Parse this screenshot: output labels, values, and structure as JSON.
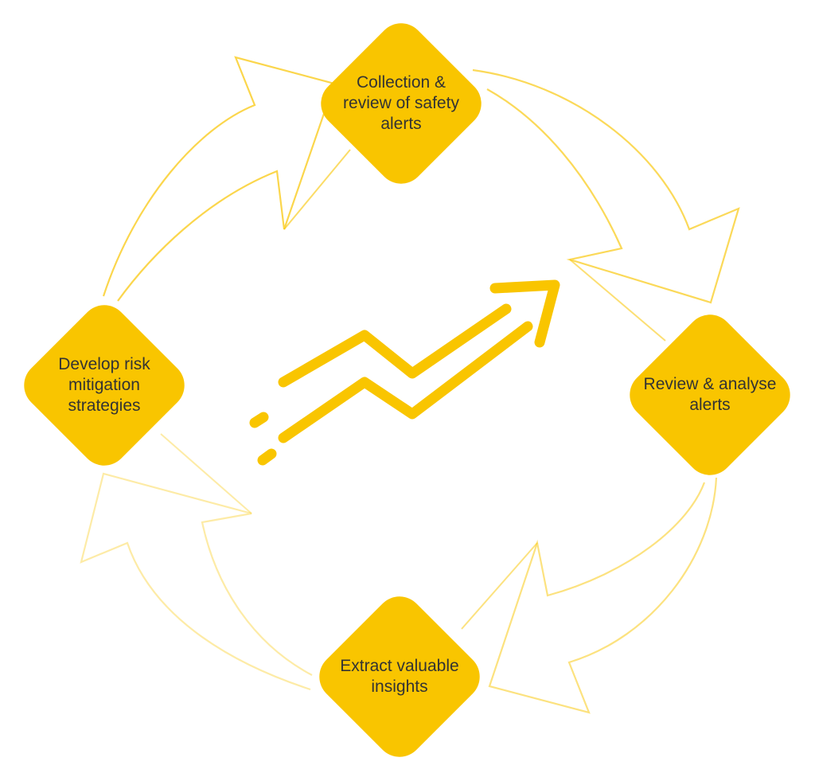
{
  "colors": {
    "accent": "#f9c500",
    "text": "#333333",
    "ring_light": "#f9c500"
  },
  "center_icon": "trend-up-arrow-icon",
  "steps": [
    {
      "label": "Collection & review of safety alerts"
    },
    {
      "label": "Review & analyse alerts"
    },
    {
      "label": "Extract valuable insights"
    },
    {
      "label": "Develop risk mitigation strategies"
    }
  ]
}
